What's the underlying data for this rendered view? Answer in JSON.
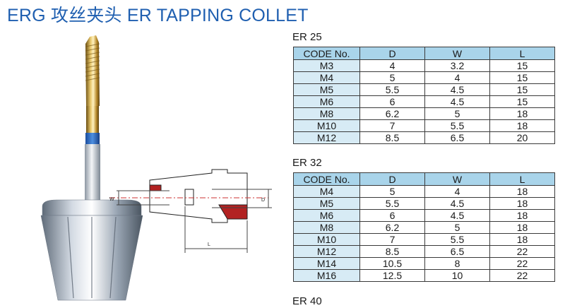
{
  "title": "ERG 攻丝夹头  ER TAPPING COLLET",
  "drawing": {
    "label_w": "W",
    "label_d": "D",
    "label_l": "L"
  },
  "tables": [
    {
      "label": "ER 25",
      "headers": [
        "CODE No.",
        "D",
        "W",
        "L"
      ],
      "rows": [
        [
          "M3",
          "4",
          "3.2",
          "15"
        ],
        [
          "M4",
          "5",
          "4",
          "15"
        ],
        [
          "M5",
          "5.5",
          "4.5",
          "15"
        ],
        [
          "M6",
          "6",
          "4.5",
          "15"
        ],
        [
          "M8",
          "6.2",
          "5",
          "18"
        ],
        [
          "M10",
          "7",
          "5.5",
          "18"
        ],
        [
          "M12",
          "8.5",
          "6.5",
          "20"
        ]
      ]
    },
    {
      "label": "ER 32",
      "headers": [
        "CODE No.",
        "D",
        "W",
        "L"
      ],
      "rows": [
        [
          "M4",
          "5",
          "4",
          "18"
        ],
        [
          "M5",
          "5.5",
          "4.5",
          "18"
        ],
        [
          "M6",
          "6",
          "4.5",
          "18"
        ],
        [
          "M8",
          "6.2",
          "5",
          "18"
        ],
        [
          "M10",
          "7",
          "5.5",
          "18"
        ],
        [
          "M12",
          "8.5",
          "6.5",
          "22"
        ],
        [
          "M14",
          "10.5",
          "8",
          "22"
        ],
        [
          "M16",
          "12.5",
          "10",
          "22"
        ]
      ]
    },
    {
      "label": "ER 40",
      "headers": [],
      "rows": []
    }
  ]
}
